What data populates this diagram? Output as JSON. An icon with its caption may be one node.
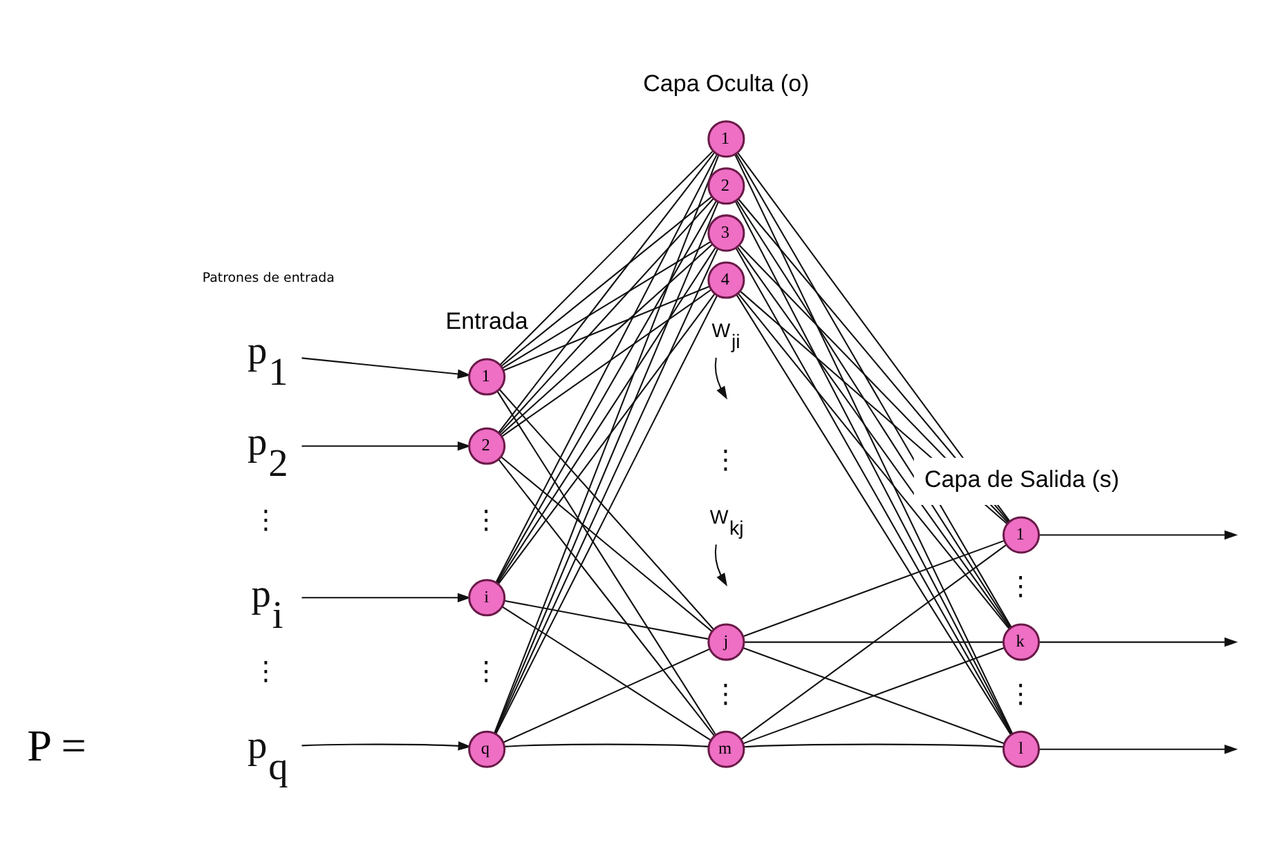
{
  "diagram": {
    "nodes": [
      {
        "text": [
          "p$_{1}$"
        ]
      },
      {
        "text": [
          "p$_{2}$"
        ]
      },
      {
        "text": [
          "p$_{i}$"
        ]
      },
      {
        "text": [
          "p$_{q}$"
        ]
      },
      {
        "text": [
          "1"
        ]
      },
      {
        "text": [
          "2"
        ]
      },
      {
        "text": [
          "i"
        ]
      },
      {
        "text": [
          "q"
        ]
      },
      {
        "text": [
          "1"
        ]
      },
      {
        "text": [
          "2"
        ]
      },
      {
        "text": [
          "3"
        ]
      },
      {
        "text": [
          "4"
        ]
      },
      {
        "text": [
          "j"
        ]
      },
      {
        "text": [
          "m"
        ]
      },
      {
        "text": [
          "1"
        ]
      },
      {
        "text": [
          "k"
        ]
      },
      {
        "text": [
          "l"
        ]
      },
      {
        "text": [
          "W$_{ji}$"
        ]
      },
      {
        "text": [
          "W$_{kj}$"
        ]
      }
    ],
    "edges": [
      {
        "from": 0,
        "to": 4,
        "arrow": "to"
      },
      {
        "from": 1,
        "to": 5,
        "arrow": "to"
      },
      {
        "from": 2,
        "to": 6,
        "arrow": "to"
      },
      {
        "from": 3,
        "to": 7,
        "arrow": "to"
      },
      {
        "from": 4,
        "to": 8,
        "arrow": "none"
      },
      {
        "from": 4,
        "to": 9,
        "arrow": "none"
      },
      {
        "from": 4,
        "to": 10,
        "arrow": "none"
      },
      {
        "from": 4,
        "to": 11,
        "arrow": "none"
      },
      {
        "from": 4,
        "to": 12,
        "arrow": "none"
      },
      {
        "from": 4,
        "to": 13,
        "arrow": "none"
      },
      {
        "from": 5,
        "to": 8,
        "arrow": "none"
      },
      {
        "from": 5,
        "to": 9,
        "arrow": "none"
      },
      {
        "from": 5,
        "to": 10,
        "arrow": "none"
      },
      {
        "from": 5,
        "to": 11,
        "arrow": "none"
      },
      {
        "from": 5,
        "to": 12,
        "arrow": "none"
      },
      {
        "from": 5,
        "to": 13,
        "arrow": "none"
      },
      {
        "from": 6,
        "to": 8,
        "arrow": "none"
      },
      {
        "from": 6,
        "to": 9,
        "arrow": "none"
      },
      {
        "from": 6,
        "to": 10,
        "arrow": "none"
      },
      {
        "from": 6,
        "to": 11,
        "arrow": "none"
      },
      {
        "from": 6,
        "to": 12,
        "arrow": "none"
      },
      {
        "from": 6,
        "to": 13,
        "arrow": "none"
      },
      {
        "from": 7,
        "to": 8,
        "arrow": "none"
      },
      {
        "from": 7,
        "to": 9,
        "arrow": "none"
      },
      {
        "from": 7,
        "to": 10,
        "arrow": "none"
      },
      {
        "from": 7,
        "to": 11,
        "arrow": "none"
      },
      {
        "from": 7,
        "to": 12,
        "arrow": "none"
      },
      {
        "from": 7,
        "to": 13,
        "arrow": "none"
      },
      {
        "from": 8,
        "to": 14,
        "arrow": "none"
      },
      {
        "from": 8,
        "to": 15,
        "arrow": "none"
      },
      {
        "from": 8,
        "to": 16,
        "arrow": "none"
      },
      {
        "from": 9,
        "to": 14,
        "arrow": "none"
      },
      {
        "from": 9,
        "to": 15,
        "arrow": "none"
      },
      {
        "from": 9,
        "to": 16,
        "arrow": "none"
      },
      {
        "from": 10,
        "to": 14,
        "arrow": "none"
      },
      {
        "from": 10,
        "to": 15,
        "arrow": "none"
      },
      {
        "from": 10,
        "to": 16,
        "arrow": "none"
      },
      {
        "from": 11,
        "to": 14,
        "arrow": "none"
      },
      {
        "from": 11,
        "to": 15,
        "arrow": "none"
      },
      {
        "from": 11,
        "to": 16,
        "arrow": "none"
      },
      {
        "from": 12,
        "to": 14,
        "arrow": "none"
      },
      {
        "from": 12,
        "to": 15,
        "arrow": "none"
      },
      {
        "from": 12,
        "to": 16,
        "arrow": "none"
      },
      {
        "from": 13,
        "to": 14,
        "arrow": "none"
      },
      {
        "from": 13,
        "to": 15,
        "arrow": "none"
      },
      {
        "from": 13,
        "to": 16,
        "arrow": "none"
      },
      {
        "from": 14,
        "to": null,
        "arrow": "to"
      },
      {
        "from": 15,
        "to": null,
        "arrow": "to"
      },
      {
        "from": 16,
        "to": null,
        "arrow": "to"
      },
      {
        "from": 17,
        "to": null,
        "arrow": "to"
      },
      {
        "from": 18,
        "to": null,
        "arrow": "to"
      }
    ],
    "labels": [
      "Capa Oculta (o)",
      "Patrones de entrada",
      "Entrada",
      "Capa de Salida (s)",
      "P =",
      "⋮",
      "⋮",
      "⋮",
      "⋮",
      "⋮",
      "⋮",
      "⋮",
      "⋮"
    ]
  }
}
